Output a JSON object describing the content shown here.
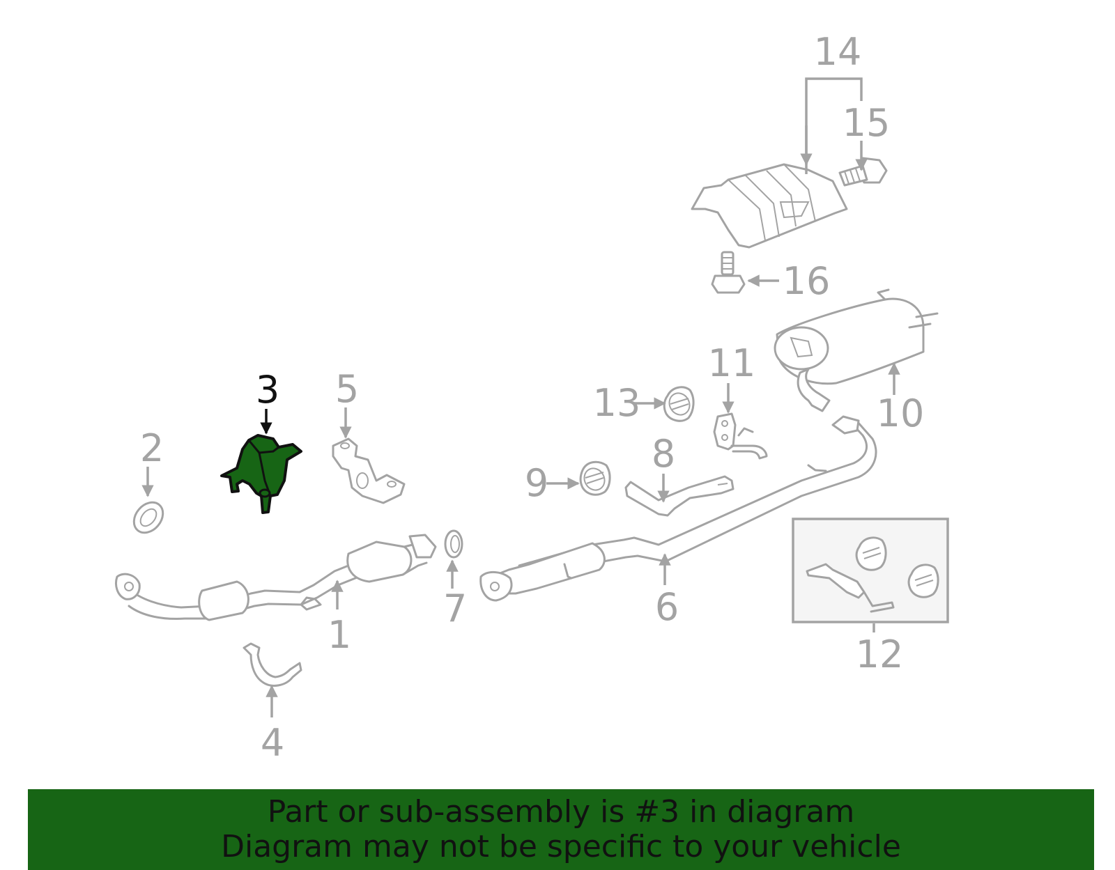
{
  "colors": {
    "highlight": "#176515",
    "highlight_label": "#111111",
    "part_gray": "#a3a3a3",
    "banner_bg": "#176515",
    "banner_text": "#111111"
  },
  "highlighted_part": "3",
  "callouts": {
    "c1": "1",
    "c2": "2",
    "c3": "3",
    "c4": "4",
    "c5": "5",
    "c6": "6",
    "c7": "7",
    "c8": "8",
    "c9": "9",
    "c10": "10",
    "c11": "11",
    "c12": "12",
    "c13": "13",
    "c14": "14",
    "c15": "15",
    "c16": "16"
  },
  "banner": {
    "line1": "Part or sub-assembly is #3 in diagram",
    "line2": "Diagram may not be specific to your vehicle"
  }
}
